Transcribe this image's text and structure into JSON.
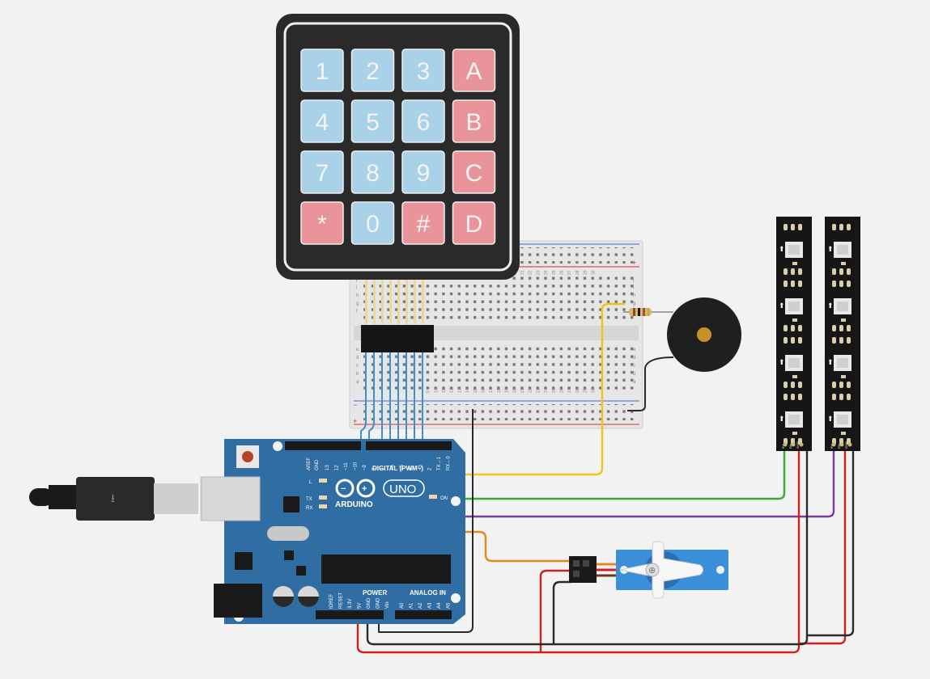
{
  "keypad": {
    "keys": [
      {
        "label": "1",
        "type": "num"
      },
      {
        "label": "2",
        "type": "num"
      },
      {
        "label": "3",
        "type": "num"
      },
      {
        "label": "A",
        "type": "letter"
      },
      {
        "label": "4",
        "type": "num"
      },
      {
        "label": "5",
        "type": "num"
      },
      {
        "label": "6",
        "type": "num"
      },
      {
        "label": "B",
        "type": "letter"
      },
      {
        "label": "7",
        "type": "num"
      },
      {
        "label": "8",
        "type": "num"
      },
      {
        "label": "9",
        "type": "num"
      },
      {
        "label": "C",
        "type": "letter"
      },
      {
        "label": "*",
        "type": "letter"
      },
      {
        "label": "0",
        "type": "num"
      },
      {
        "label": "#",
        "type": "letter"
      },
      {
        "label": "D",
        "type": "letter"
      }
    ]
  },
  "breadboard": {
    "row_letters_top": [
      "j",
      "i",
      "h",
      "g",
      "f"
    ],
    "row_letters_bottom": [
      "e",
      "d",
      "c",
      "b",
      "a"
    ],
    "column_numbers": [
      "1",
      "2",
      "3",
      "4",
      "5",
      "6",
      "7",
      "8",
      "9",
      "10",
      "11",
      "12",
      "13",
      "14",
      "15",
      "16",
      "17",
      "18",
      "19",
      "20",
      "21",
      "22",
      "23",
      "24",
      "25",
      "26",
      "27",
      "28",
      "29",
      "30"
    ],
    "rail_plus": "+",
    "rail_minus": "−"
  },
  "arduino": {
    "brand": "ARDUINO",
    "model": "UNO",
    "digital_label": "DIGITAL (PWM~)",
    "power_label": "POWER",
    "analog_label": "ANALOG IN",
    "on_label": "ON",
    "l_label": "L",
    "tx_label": "TX",
    "rx_label": "RX",
    "aref_label": "AREF",
    "gnd_label": "GND",
    "digital_pins": [
      "13",
      "12",
      "~11",
      "~10",
      "~9",
      "8",
      "7",
      "~6",
      "~5",
      "4",
      "~3",
      "2",
      "TX→1",
      "RX←0"
    ],
    "power_pins": [
      "IOREF",
      "RESET",
      "3.3V",
      "5V",
      "GND",
      "GND",
      "Vin"
    ],
    "analog_pins": [
      "A0",
      "A1",
      "A2",
      "A3",
      "A4",
      "A5"
    ]
  },
  "neopixel": {
    "pin_labels": [
      "5V",
      "Din",
      "GND"
    ],
    "pin_labels_out": [
      "5V",
      "Dout",
      "GND"
    ],
    "colors": {
      "strip": "#161616",
      "led": "#e8e8e8",
      "pad": "#d8cfa8"
    }
  },
  "colors": {
    "background": "#f2f2f2",
    "keypad_body": "#2a2a2a",
    "key_num": "#a9d1e8",
    "key_letter": "#e8949a",
    "arduino": "#2f6da3",
    "wire_yellow": "#f0c419",
    "wire_green": "#3aa83a",
    "wire_purple": "#7a3a9a",
    "wire_orange": "#e08a1e",
    "wire_red": "#d02020",
    "wire_black": "#2a2a2a",
    "wire_blue": "#3c8fd0",
    "servo": "#3a8fd8"
  }
}
